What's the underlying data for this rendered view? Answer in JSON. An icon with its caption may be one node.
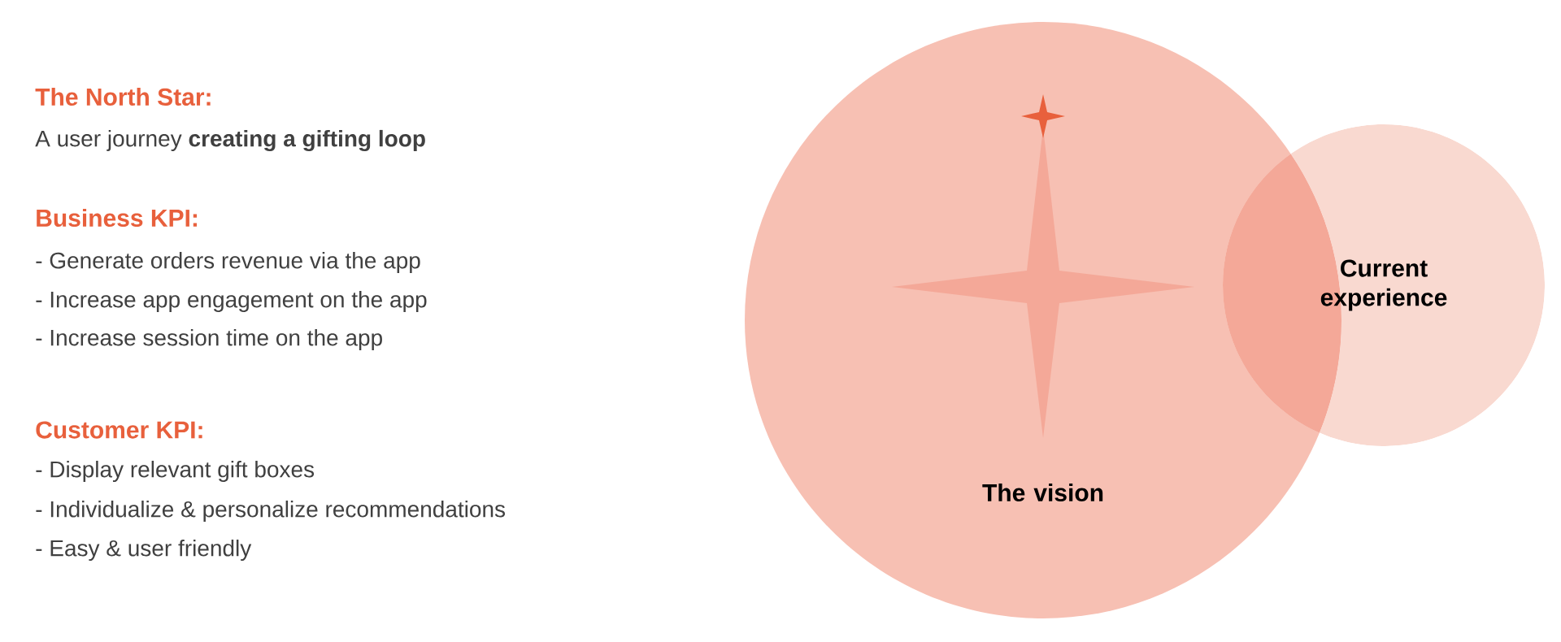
{
  "diagram": {
    "nodes": [
      {
        "text": [
          "The vision"
        ]
      },
      {
        "text": [
          "Current experience"
        ]
      }
    ],
    "labels": [
      "The North Star:",
      "A user journey **creating a gifting loop**",
      "Business KPI:",
      "- Generate orders revenue via the app",
      "- Increase app engagement on the app",
      "- Increase session time on the app",
      "Customer KPI:",
      "- Display relevant gift boxes",
      "- Individualize & personalize recommendations",
      "- Easy & user friendly"
    ]
  }
}
